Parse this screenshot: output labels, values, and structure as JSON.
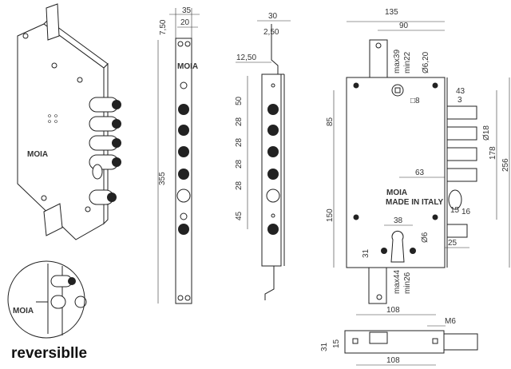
{
  "caption": "reversiblle",
  "brand": "MOIA",
  "made_in": "MADE IN ITALY",
  "strike_plate": {
    "width": "35",
    "hole_spacing": "20",
    "top_offset": "7,50",
    "length": "355"
  },
  "side_strip": {
    "width": "30",
    "tab_thickness": "2,50",
    "tab_offset": "12,50",
    "spacings": [
      "50",
      "28",
      "28",
      "28",
      "28",
      "45"
    ]
  },
  "lock_front": {
    "width": "135",
    "backset": "90",
    "top_max": "max39",
    "top_min": "min22",
    "screw_dia": "Ø6,20",
    "bolt_projection": "43",
    "bolt_gap": "3",
    "spindle": "□8",
    "top_height": "85",
    "bolt_dia": "Ø18",
    "bolt_span": "178",
    "height": "256",
    "center_offset": "63",
    "lower_height": "150",
    "latch_a": "15",
    "latch_b": "16",
    "cyl_spacing": "38",
    "cyl_dia": "Ø6",
    "bottom_bolt": "25",
    "cyl_offset": "31",
    "bottom_max": "max44",
    "bottom_min": "min26",
    "bottom_width": "108"
  },
  "lock_bottom": {
    "thread": "M6",
    "depth": "31",
    "center": "15",
    "width": "108"
  }
}
